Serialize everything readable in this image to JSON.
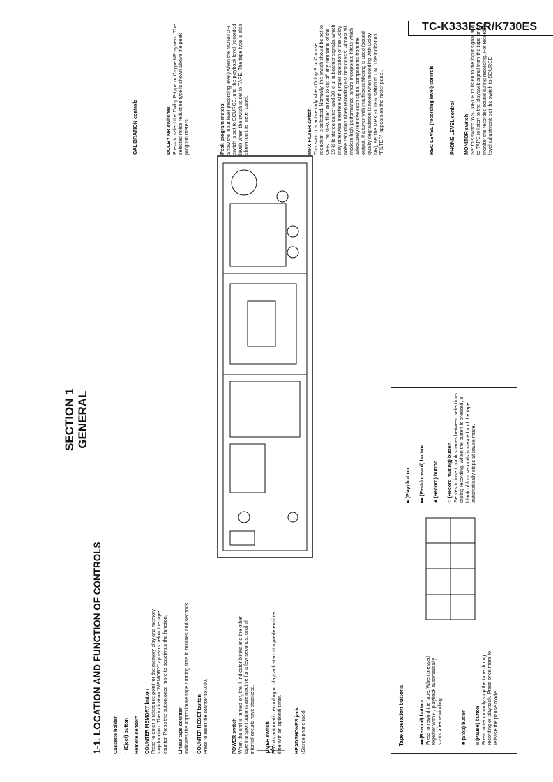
{
  "header": {
    "model": "TC-K333ESR/K730ES"
  },
  "section": {
    "title_line1": "SECTION 1",
    "title_line2": "GENERAL"
  },
  "subtitle": "1-1.  LOCATION AND FUNCTION OF CONTROLS",
  "left_labels": [
    {
      "title": "Cassette holder",
      "desc": ""
    },
    {
      "title": "↑ (Eject) button",
      "desc": ""
    },
    {
      "title": "Remote sensor*",
      "desc": ""
    },
    {
      "title": "COUNTER MEMORY button",
      "desc": "Press to enter a reference point for the memory play and memory stop function. The indication \"MEMORY\" appears below the tape counter. Press the button once more to deactivate the function."
    },
    {
      "title": "Linear tape counter",
      "desc": "Indicates the approximate tape running time in minutes and seconds."
    },
    {
      "title": "COUNTER RESET button",
      "desc": "Press to reset the counter to 0.00."
    },
    {
      "title": "POWER switch",
      "desc": "When the unit is turned on, the II indicator blinks and the other tape transport buttons are inactive for a few seconds, until all internal circuits have stabilized."
    },
    {
      "title": "TIMER switch",
      "desc": "Permits automatic recording or playback start at a predetermined time with an optional timer."
    },
    {
      "title": "HEADPHONES jack",
      "desc": "(Stereo phone jack)"
    }
  ],
  "right_labels": [
    {
      "title": "CALIBRATION controls",
      "desc": ""
    },
    {
      "title": "DOLBY NR   switches",
      "desc": "Press to select the Dolby B-type or C-type NR system. The selected noise reduction type is shown above the peak program meters."
    },
    {
      "title": "Peak program meters",
      "desc": "Show the input level (recording level) when the MONITOR switch is set to SOURCE, and the playback level (recorded level) when the switch is set to TAPE. The tape type is also shown on the meter panel."
    },
    {
      "title": "MPX FILTER switch",
      "desc": "This switch is active only when Dolby B or C noise reduction is selected. Normally, the switch should be set to OFF. The MPX filter serves to cut off any remnants of the 19-kHz stereo carrier and 38-kHz subcarrier signals, which may otherwise interfere with proper operation of the Dolby noise reduction when recording FM broadcasts. Almost all modern high-performance tuners incorporate filters which adequately remove such signal components from the output. If a tuner with insufficient filtering is used (sound quality degradation is noted when recording with Dolby NR), set the MPX FILTER switch to ON. The indication \"FILTER\" appears on the meter panel."
    },
    {
      "title": "REC LEVEL (recording level) controls",
      "desc": ""
    },
    {
      "title": "PHONE LEVEL control",
      "desc": ""
    },
    {
      "title": "MONITOR switch",
      "desc": "Set this switch to SOURCE to listen to the input signal and to TAPE to listen to the playback signal from the tape or to monitor the recorded sound during recording. For recording level adjustment, set the switch to SOURCE."
    }
  ],
  "tape_ops": {
    "title": "Tape operation buttons",
    "left": [
      {
        "title": "◂◂ (Rewind) button",
        "desc": "Press to rewind the tape. When pressed together with ▸ , playback automatically starts after rewinding."
      },
      {
        "title": "■ (Stop) button",
        "desc": ""
      },
      {
        "title": "II (Pause) button",
        "desc": "Press to temporarily stop the tape during recording or playback. Press once more to release the pause mode."
      }
    ],
    "right": [
      {
        "title": "▸ (Play) button",
        "desc": ""
      },
      {
        "title": "▸▸ (Fast-forward) button",
        "desc": ""
      },
      {
        "title": "● (Record) button",
        "desc": ""
      },
      {
        "title": "○ (Record muting) button",
        "desc": "Serves to insert blank spaces between selections during recording. When the button is pressed, a blank of four seconds is created and the tape automatically stops at pause mode."
      }
    ]
  },
  "page_number": "—3—"
}
